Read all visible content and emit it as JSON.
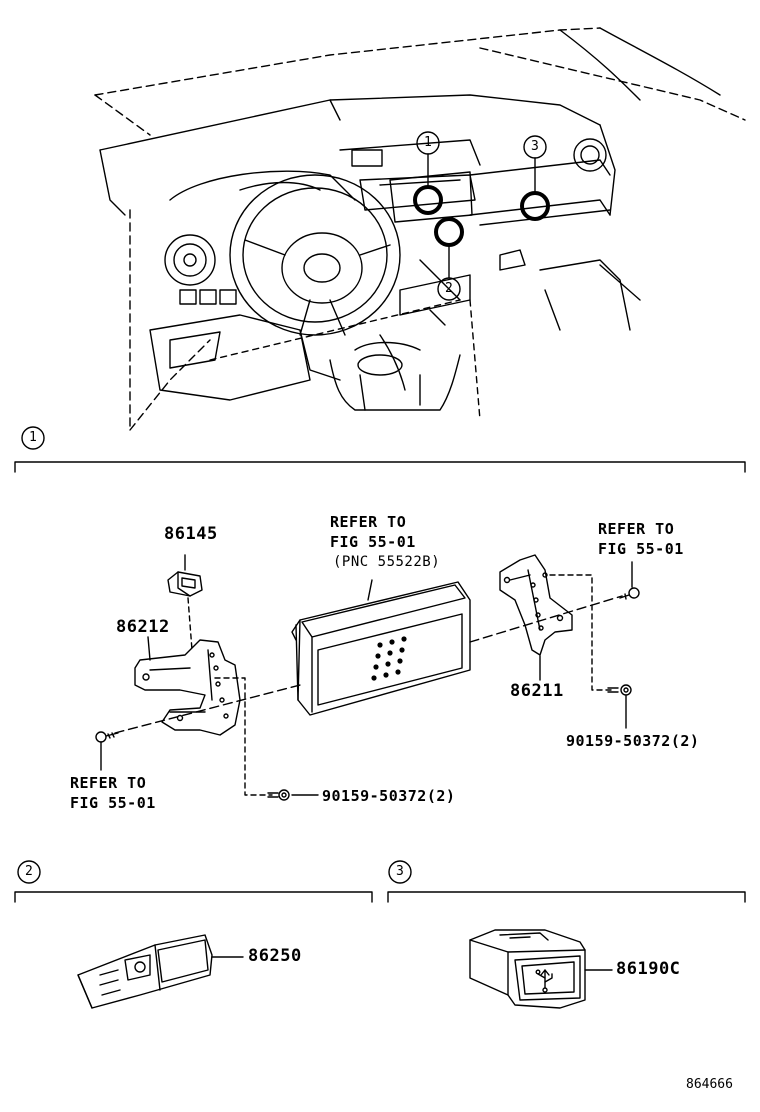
{
  "callouts": {
    "c1": "1",
    "c2": "2",
    "c3": "3"
  },
  "section1": {
    "number": "1",
    "refer_display_line1": "REFER TO",
    "refer_display_line2": "FIG 55-01",
    "refer_display_line3": "(PNC 55522B)",
    "part_86145": "86145",
    "part_86212": "86212",
    "part_86211": "86211",
    "refer_right_line1": "REFER TO",
    "refer_right_line2": "FIG 55-01",
    "refer_left_line1": "REFER TO",
    "refer_left_line2": "FIG 55-01",
    "screw_right": "90159-50372(2)",
    "screw_bottom": "90159-50372(2)"
  },
  "section2": {
    "number": "2",
    "part_86250": "86250"
  },
  "section3": {
    "number": "3",
    "part_86190C": "86190C"
  },
  "figure_id": "864666",
  "colors": {
    "ink": "#000000",
    "paper": "#ffffff"
  }
}
